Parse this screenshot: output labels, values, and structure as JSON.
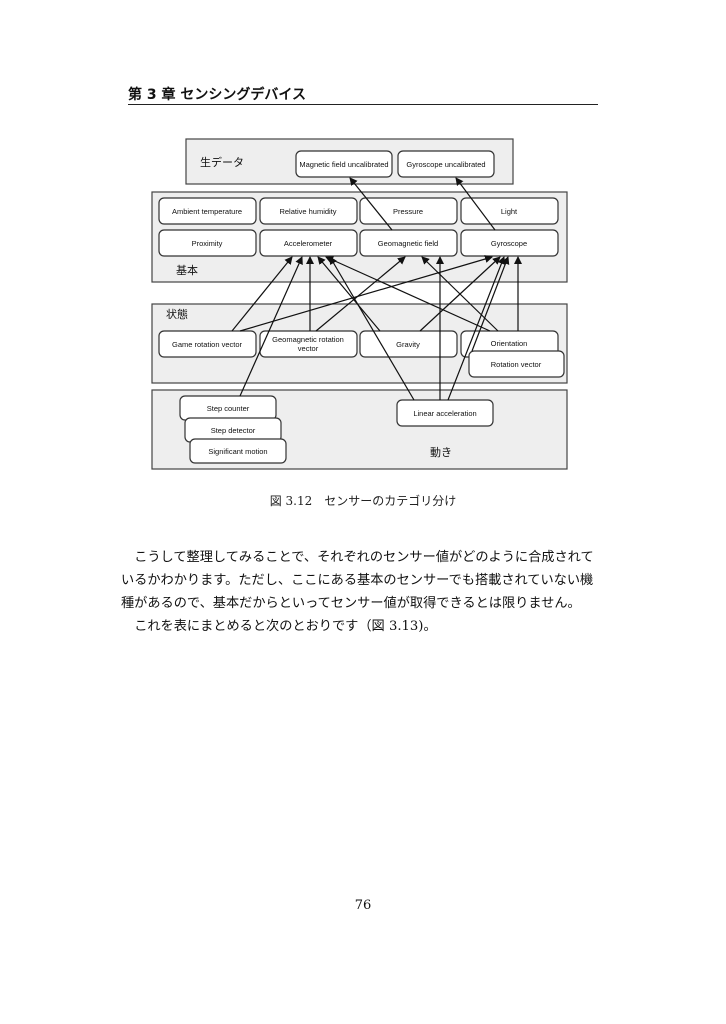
{
  "header": {
    "chapter_title": "第 3 章 センシングデバイス"
  },
  "figure": {
    "panels": {
      "raw": "生データ",
      "basic": "基本",
      "state": "状態",
      "motion": "動き"
    },
    "nodes": {
      "magnetic_uncal": "Magnetic field uncalibrated",
      "gyro_uncal": "Gyroscope uncalibrated",
      "ambient_temp": "Ambient temperature",
      "relative_humidity": "Relative humidity",
      "pressure": "Pressure",
      "light": "Light",
      "proximity": "Proximity",
      "accelerometer": "Accelerometer",
      "geomagnetic_field": "Geomagnetic field",
      "gyroscope": "Gyroscope",
      "game_rotation_vector": "Game rotation vector",
      "geomagnetic_rotation_vector_1": "Geomagnetic rotation",
      "geomagnetic_rotation_vector_2": "vector",
      "gravity": "Gravity",
      "orientation": "Orientation",
      "rotation_vector": "Rotation vector",
      "step_counter": "Step counter",
      "step_detector": "Step detector",
      "significant_motion": "Significant motion",
      "linear_acceleration": "Linear acceleration"
    },
    "caption": "図 3.12　センサーのカテゴリ分け"
  },
  "body": {
    "paragraph1": "こうして整理してみることで、それぞれのセンサー値がどのように合成されているかわかります。ただし、ここにある基本のセンサーでも搭載されていない機種があるので、基本だからといってセンサー値が取得できるとは限りません。",
    "paragraph2": "これを表にまとめると次のとおりです（図 3.13)。"
  },
  "page_number": "76"
}
